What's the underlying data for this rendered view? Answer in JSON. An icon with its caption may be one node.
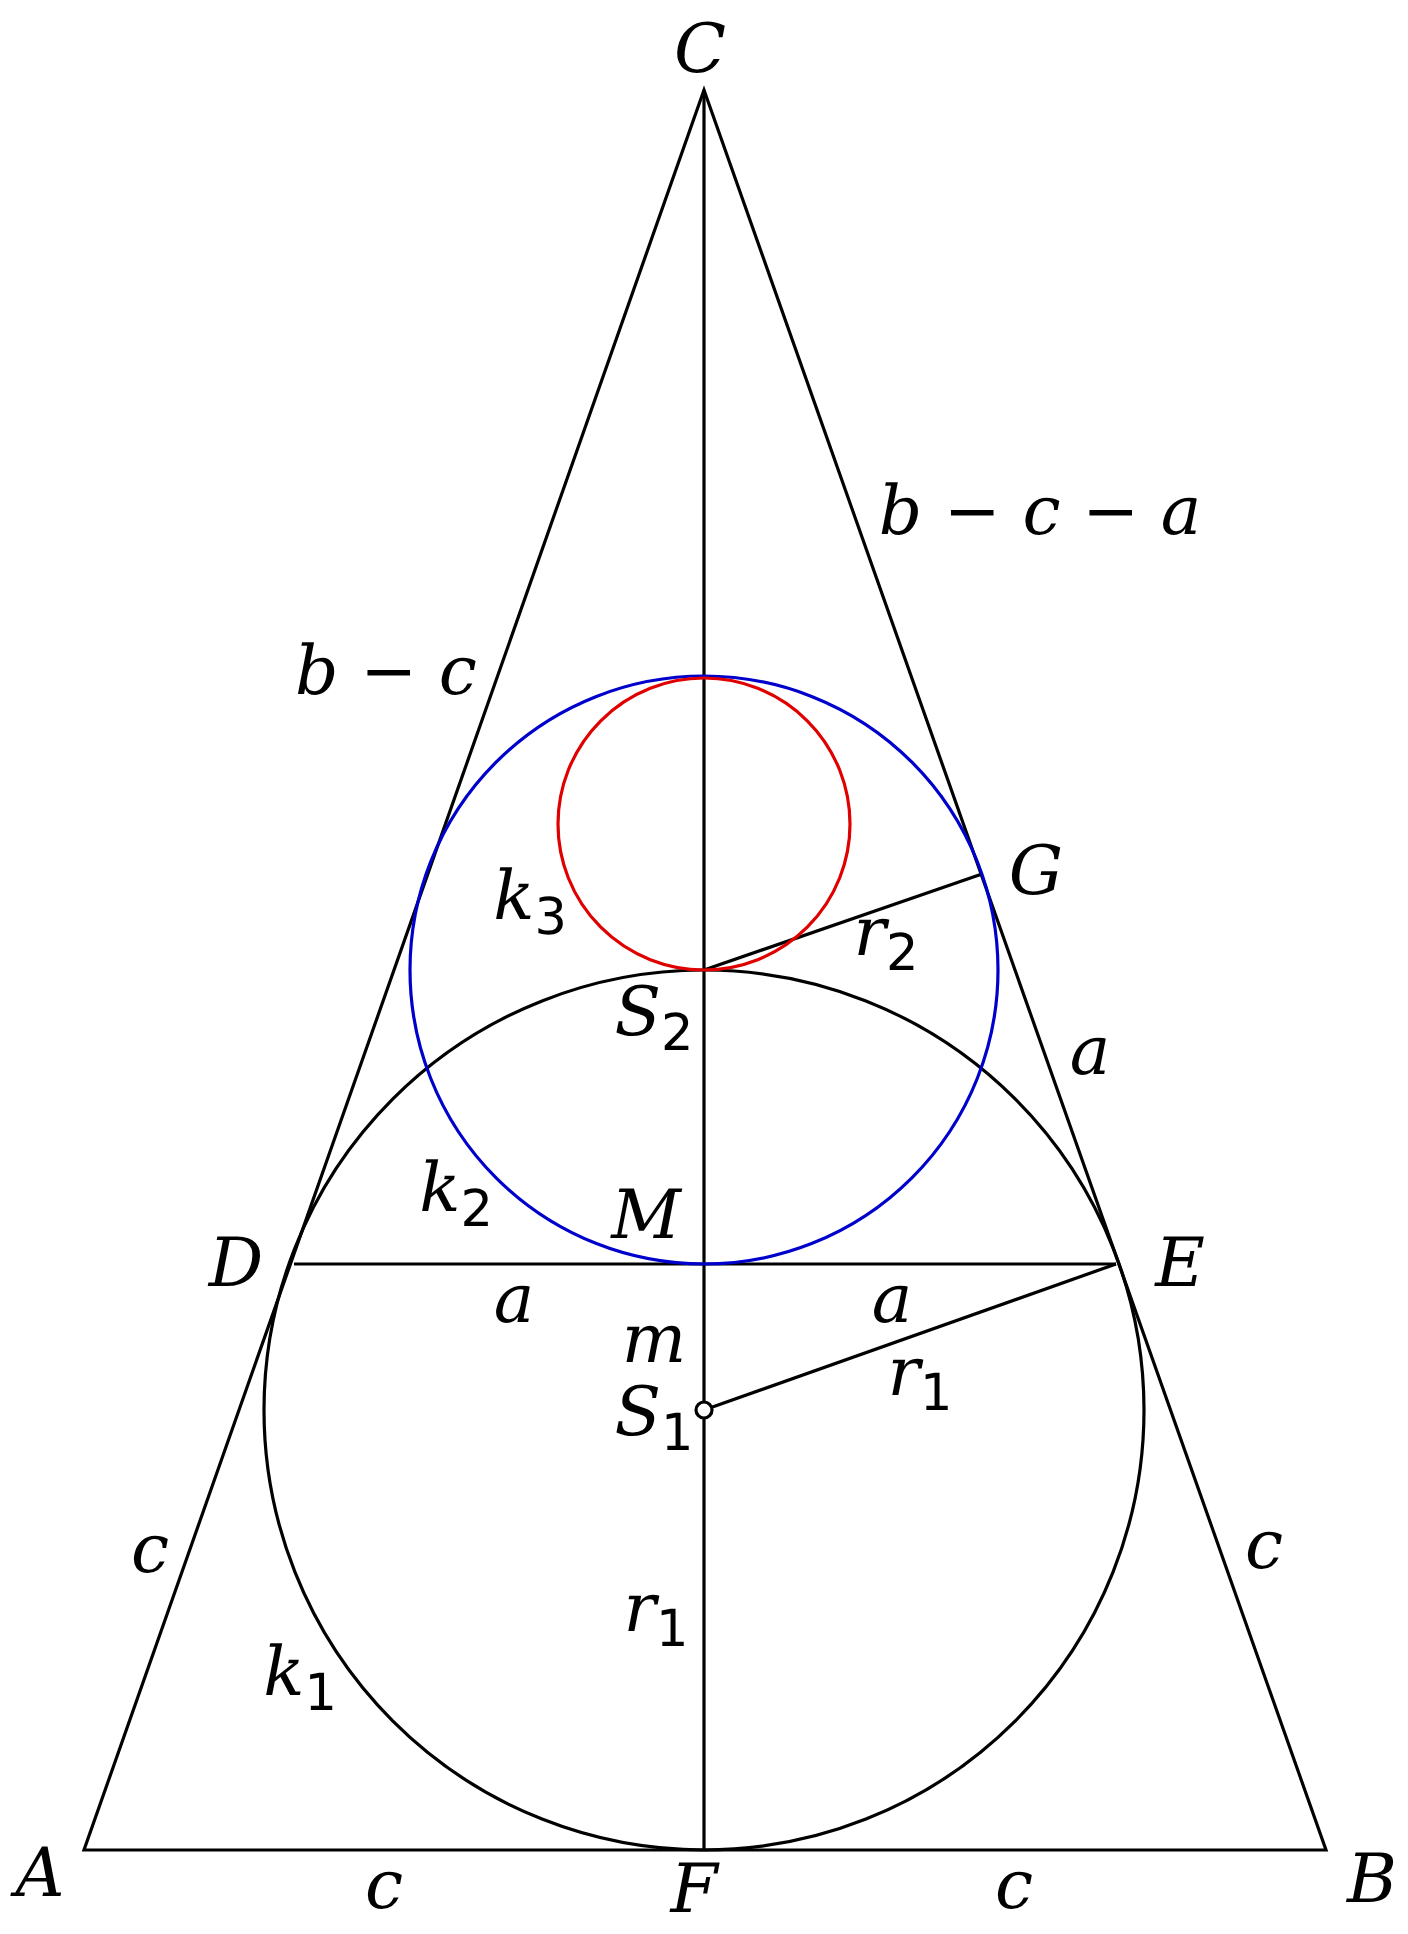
{
  "diagram": {
    "labels": [
      "C",
      "b − c − a",
      "b − c",
      "G",
      "k$_{3}$",
      "r$_{2}$",
      "S$_{2}$",
      "a",
      "k$_{2}$",
      "M",
      "D",
      "E",
      "a",
      "a",
      "m",
      "S$_{1}$",
      "r$_{1}$",
      "c",
      "c",
      "r$_{1}$",
      "k$_{1}$",
      "A",
      "c",
      "F",
      "c",
      "B"
    ]
  }
}
